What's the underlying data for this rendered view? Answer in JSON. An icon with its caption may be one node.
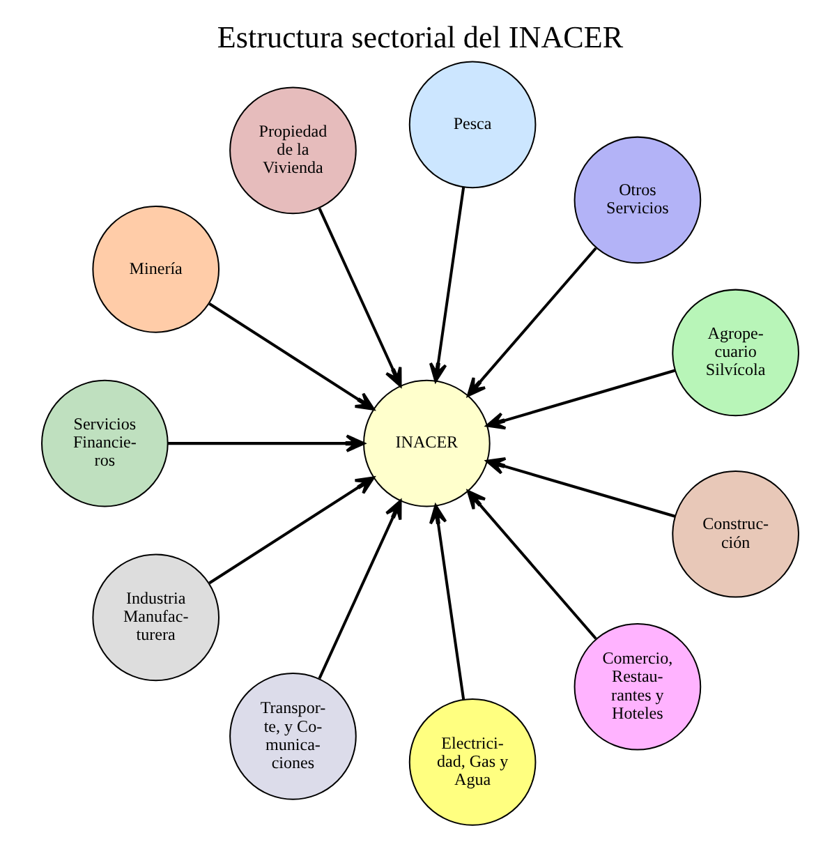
{
  "diagram": {
    "title": "Estructura sectorial del INACER",
    "nodes": [
      {
        "text": [
          "Agrope- cuario Silvícola"
        ]
      },
      {
        "text": [
          "Otros Servicios"
        ]
      },
      {
        "text": [
          "Pesca"
        ]
      },
      {
        "text": [
          "Propiedad de la Vivienda"
        ]
      },
      {
        "text": [
          "Minería"
        ]
      },
      {
        "text": [
          "Servicios Financie- ros"
        ]
      },
      {
        "text": [
          "INACER"
        ]
      },
      {
        "text": [
          "Industria Manufac- turera"
        ]
      },
      {
        "text": [
          "Transpor- te, y Co- munica- ciones"
        ]
      },
      {
        "text": [
          "Electrici- dad, Gas y Agua"
        ]
      },
      {
        "text": [
          "Comercio, Restau- rantes y Hoteles"
        ]
      },
      {
        "text": [
          "Construc- ción"
        ]
      }
    ],
    "edges": [
      {
        "from": 0,
        "to": 6,
        "arrow": "to"
      },
      {
        "from": 2,
        "to": 6,
        "arrow": "to"
      },
      {
        "from": 4,
        "to": 6,
        "arrow": "to"
      },
      {
        "from": 7,
        "to": 6,
        "arrow": "to"
      },
      {
        "from": 9,
        "to": 6,
        "arrow": "to"
      },
      {
        "from": 11,
        "to": 6,
        "arrow": "to"
      },
      {
        "from": 10,
        "to": 6,
        "arrow": "to"
      },
      {
        "from": 8,
        "to": 6,
        "arrow": "to"
      },
      {
        "from": 5,
        "to": 6,
        "arrow": "to"
      },
      {
        "from": 3,
        "to": 6,
        "arrow": "to"
      },
      {
        "from": 1,
        "to": 6,
        "arrow": "to"
      }
    ]
  }
}
